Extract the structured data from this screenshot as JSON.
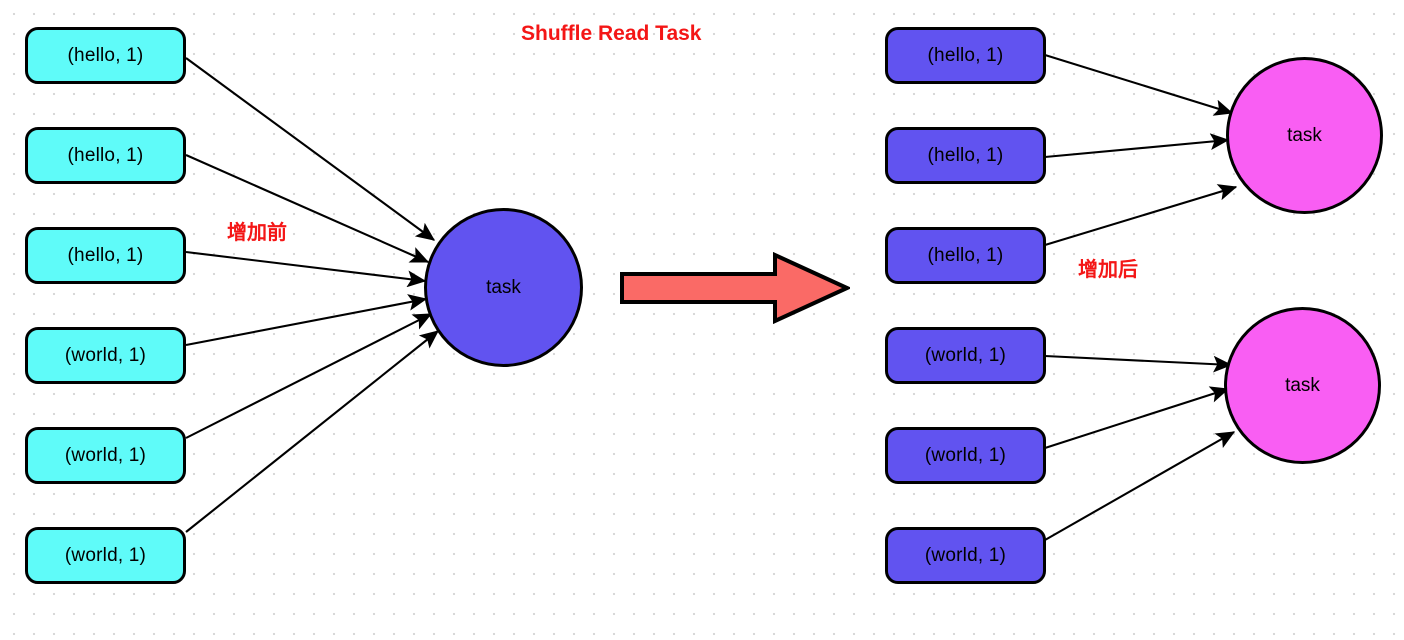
{
  "title": "Shuffle Read Task",
  "labels": {
    "before": "增加前",
    "after": "增加后"
  },
  "colors": {
    "left_box_fill": "#5ffbf9",
    "right_box_fill": "#6153f0",
    "left_circle_fill": "#6153f0",
    "right_circle_fill": "#f95ef3",
    "stroke": "#000000",
    "accent_red": "#f41616",
    "big_arrow_fill": "#fa6a66",
    "background": "#ffffff",
    "grid_dot": "#d8d8d8"
  },
  "left_side": {
    "boxes": [
      {
        "label": "(hello, 1)"
      },
      {
        "label": "(hello, 1)"
      },
      {
        "label": "(hello, 1)"
      },
      {
        "label": "(world, 1)"
      },
      {
        "label": "(world, 1)"
      },
      {
        "label": "(world, 1)"
      }
    ],
    "task": {
      "label": "task"
    }
  },
  "right_side": {
    "boxes": [
      {
        "label": "(hello, 1)"
      },
      {
        "label": "(hello, 1)"
      },
      {
        "label": "(hello, 1)"
      },
      {
        "label": "(world, 1)"
      },
      {
        "label": "(world, 1)"
      },
      {
        "label": "(world, 1)"
      }
    ],
    "tasks": [
      {
        "label": "task"
      },
      {
        "label": "task"
      }
    ]
  }
}
